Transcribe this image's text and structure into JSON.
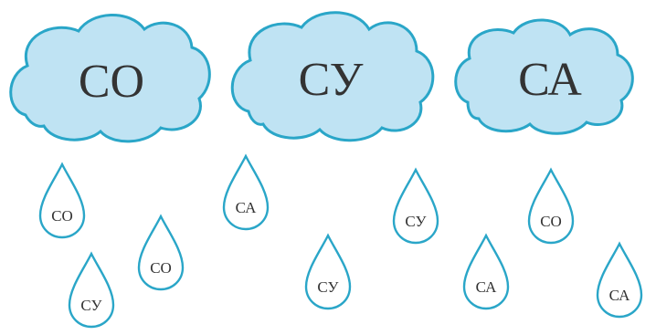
{
  "colors": {
    "cloud_fill": "#bfe3f3",
    "cloud_stroke": "#2aa6c8",
    "drop_fill": "#ffffff",
    "drop_stroke": "#2aa6c8",
    "text": "#333333"
  },
  "clouds": [
    {
      "label": "СО"
    },
    {
      "label": "СУ"
    },
    {
      "label": "СА"
    }
  ],
  "drops": [
    {
      "label": "СО"
    },
    {
      "label": "СУ"
    },
    {
      "label": "СО"
    },
    {
      "label": "СА"
    },
    {
      "label": "СУ"
    },
    {
      "label": "СУ"
    },
    {
      "label": "СА"
    },
    {
      "label": "СО"
    },
    {
      "label": "СА"
    }
  ]
}
